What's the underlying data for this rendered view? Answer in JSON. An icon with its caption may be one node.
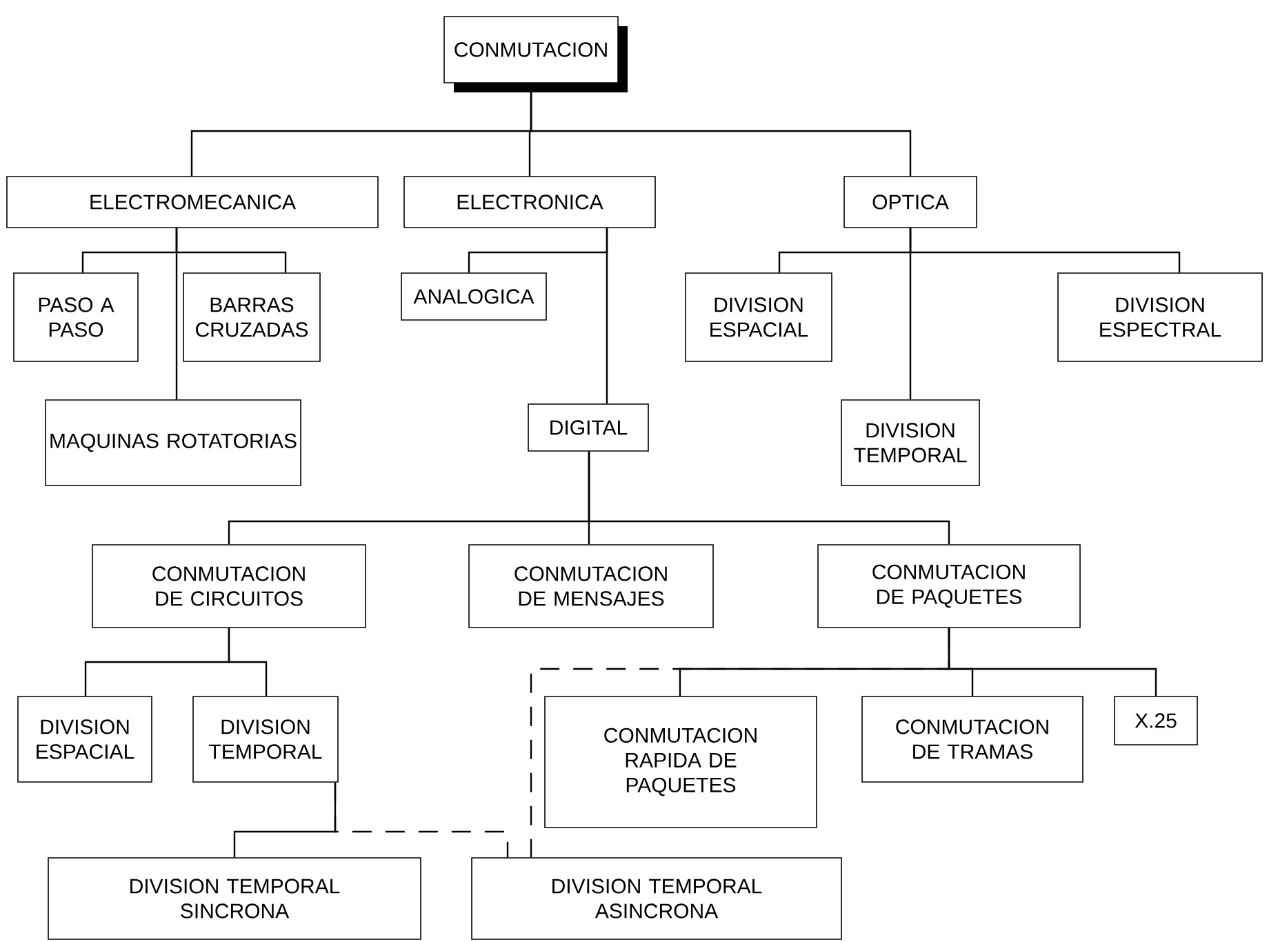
{
  "diagram": {
    "nodes": [
      {
        "text": [
          "CONMUTACION"
        ]
      },
      {
        "text": [
          "ELECTROMECANICA"
        ]
      },
      {
        "text": [
          "ELECTRONICA"
        ]
      },
      {
        "text": [
          "OPTICA"
        ]
      },
      {
        "text": [
          "PASO A PASO"
        ]
      },
      {
        "text": [
          "BARRAS CRUZADAS"
        ]
      },
      {
        "text": [
          "ANALOGICA"
        ]
      },
      {
        "text": [
          "DIVISION ESPACIAL"
        ]
      },
      {
        "text": [
          "DIVISION ESPECTRAL"
        ]
      },
      {
        "text": [
          "MAQUINAS ROTATORIAS"
        ]
      },
      {
        "text": [
          "DIGITAL"
        ]
      },
      {
        "text": [
          "DIVISION TEMPORAL"
        ]
      },
      {
        "text": [
          "CONMUTACION DE CIRCUITOS"
        ]
      },
      {
        "text": [
          "CONMUTACION DE MENSAJES"
        ]
      },
      {
        "text": [
          "CONMUTACION DE PAQUETES"
        ]
      },
      {
        "text": [
          "DIVISION ESPACIAL"
        ]
      },
      {
        "text": [
          "DIVISION TEMPORAL"
        ]
      },
      {
        "text": [
          "CONMUTACION RAPIDA DE PAQUETES"
        ]
      },
      {
        "text": [
          "CONMUTACION DE TRAMAS"
        ]
      },
      {
        "text": [
          "X.25"
        ]
      },
      {
        "text": [
          "DIVISION TEMPORAL SINCRONA"
        ]
      },
      {
        "text": [
          "DIVISION TEMPORAL ASINCRONA"
        ]
      }
    ],
    "edges": [
      {
        "from": 0,
        "to": 1,
        "arrow": "none"
      },
      {
        "from": 0,
        "to": 2,
        "arrow": "none"
      },
      {
        "from": 0,
        "to": 3,
        "arrow": "none"
      },
      {
        "from": 1,
        "to": 4,
        "arrow": "none"
      },
      {
        "from": 1,
        "to": 5,
        "arrow": "none"
      },
      {
        "from": 1,
        "to": 9,
        "arrow": "none"
      },
      {
        "from": 2,
        "to": 6,
        "arrow": "none"
      },
      {
        "from": 2,
        "to": 10,
        "arrow": "none"
      },
      {
        "from": 3,
        "to": 7,
        "arrow": "none"
      },
      {
        "from": 3,
        "to": 8,
        "arrow": "none"
      },
      {
        "from": 3,
        "to": 11,
        "arrow": "none"
      },
      {
        "from": 10,
        "to": 12,
        "arrow": "none"
      },
      {
        "from": 10,
        "to": 13,
        "arrow": "none"
      },
      {
        "from": 10,
        "to": 14,
        "arrow": "none"
      },
      {
        "from": 12,
        "to": 15,
        "arrow": "none"
      },
      {
        "from": 12,
        "to": 16,
        "arrow": "none"
      },
      {
        "from": 14,
        "to": 17,
        "arrow": "none"
      },
      {
        "from": 14,
        "to": 18,
        "arrow": "none"
      },
      {
        "from": 14,
        "to": 19,
        "arrow": "none"
      },
      {
        "from": 14,
        "to": 21,
        "arrow": "none",
        "style": "dashed"
      },
      {
        "from": 16,
        "to": 20,
        "arrow": "none"
      },
      {
        "from": 16,
        "to": 21,
        "arrow": "none",
        "style": "dashed"
      }
    ]
  }
}
